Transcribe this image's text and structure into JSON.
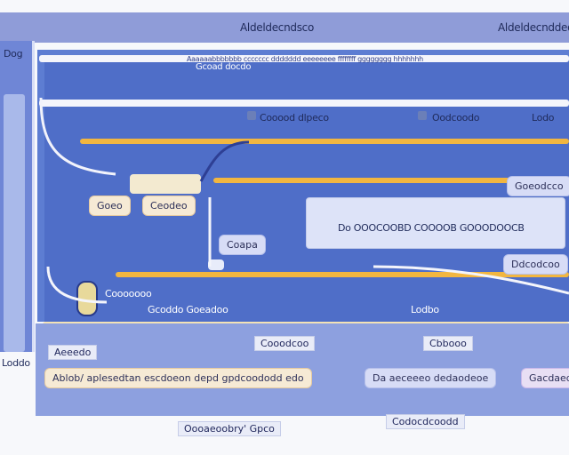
{
  "header": {
    "left_title": "Aldeldecndsco",
    "right_title": "Aldeldecnddeod"
  },
  "top_strip": {
    "text_line": "Aaaaaabbbbbbb ccccccc ddddddd eeeeeeee ffffffff gggggggg hhhhhhh",
    "small_label": "Gcoad docdo"
  },
  "row_header": {
    "chips": [
      "Cooood dlpeco",
      "Oodcoodo",
      "Lodo"
    ]
  },
  "process": {
    "left_node_a": "Goeo",
    "left_node_b": "Ceodeo",
    "arrow_label": "Coapa",
    "center_box_label": "Do OOOCOOBD COOOOB GOOODOOCB",
    "right_top": "Goeodcco",
    "right_bottom": "Ddcodcoo"
  },
  "lower_band": {
    "title": "Cooooooo",
    "subtitle": "Gcoddo Goeadoo",
    "right_label": "Lodbo"
  },
  "bottom_panel": {
    "labels_top": [
      "Cooodcoo",
      "Cbbooo"
    ],
    "left_label": "Aeeedo",
    "row_pills": [
      "Ablob/ aplesedtan escdoeon depd gpdcoododd edo",
      "Da aeceeeo dedaodeoe",
      "Gacdaedo"
    ],
    "footer_left": "Oooaeoobry' Gpco",
    "footer_right": "Codocdcoodd"
  },
  "side": {
    "top_label": "Dog",
    "label": "Loddo"
  }
}
